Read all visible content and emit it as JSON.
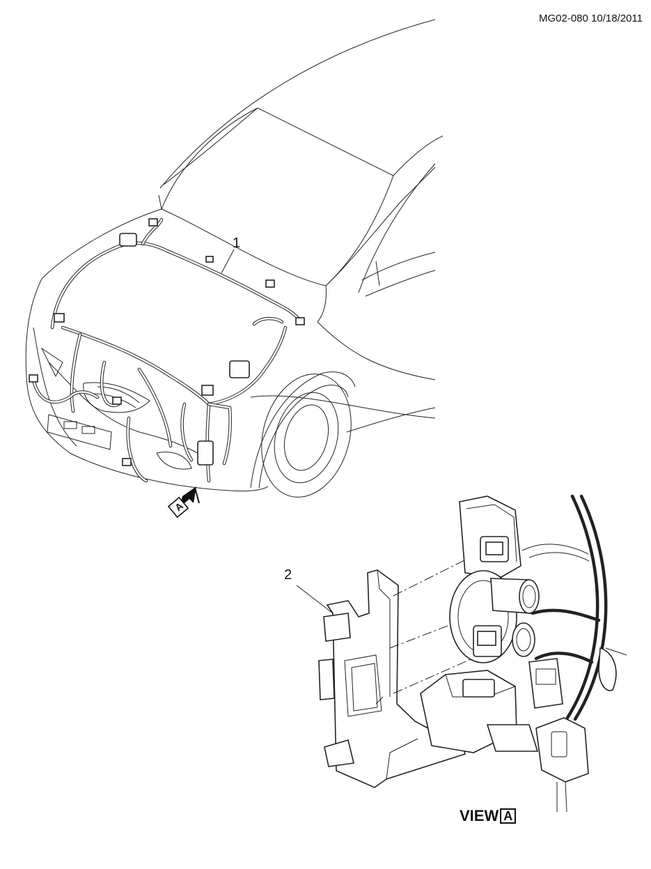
{
  "header": {
    "drawing_id": "MG02-080 10/18/2011"
  },
  "callouts": [
    {
      "label": "1",
      "part": "wiring-harness"
    },
    {
      "label": "2",
      "part": "bracket"
    }
  ],
  "view_arrow": {
    "letter": "A"
  },
  "view_caption": {
    "text": "VIEW",
    "letter": "A"
  }
}
